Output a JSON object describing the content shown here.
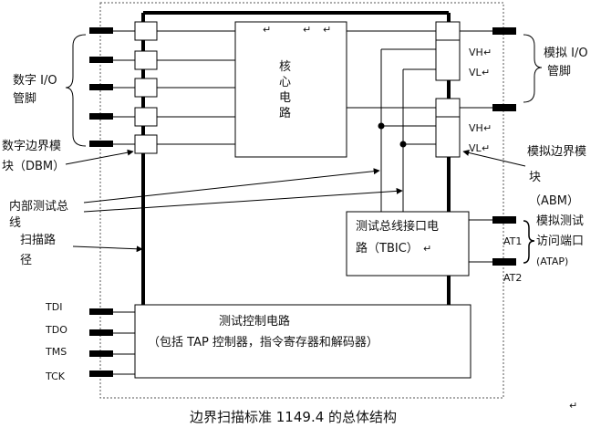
{
  "caption": "边界扫描标准 1149.4 的总体结构",
  "labels": {
    "digital_io_1": "数字  I/O",
    "digital_io_2": "管脚",
    "dbm_1": "数字边界模",
    "dbm_2": "块（DBM）",
    "internal_bus_1": "内部测试总",
    "internal_bus_2": "线",
    "scan_path_1": "扫描路",
    "scan_path_2": "径",
    "core_1": "核",
    "core_2": "心",
    "core_3": "电",
    "core_4": "路",
    "analog_io_1": "模拟 I/O",
    "analog_io_2": "管脚",
    "abm_1": "模拟边界模",
    "abm_2": "块",
    "abm_3": "（ABM）",
    "tbic_1": "测试总线接口电",
    "tbic_2": "路（TBIC）",
    "atap_1": "模拟测试",
    "atap_2": "访问端口",
    "atap_3": "(ATAP)",
    "vh_top": "VH",
    "vl_top": "VL",
    "vh_bot": "VH",
    "vl_bot": "VL",
    "at1": "AT1",
    "at2": "AT2",
    "tdi": "TDI",
    "tdo": "TDO",
    "tms": "TMS",
    "tck": "TCK",
    "tap_1": "测试控制电路",
    "tap_2": "（包括 TAP 控制器，指令寄存器和解码器）"
  }
}
